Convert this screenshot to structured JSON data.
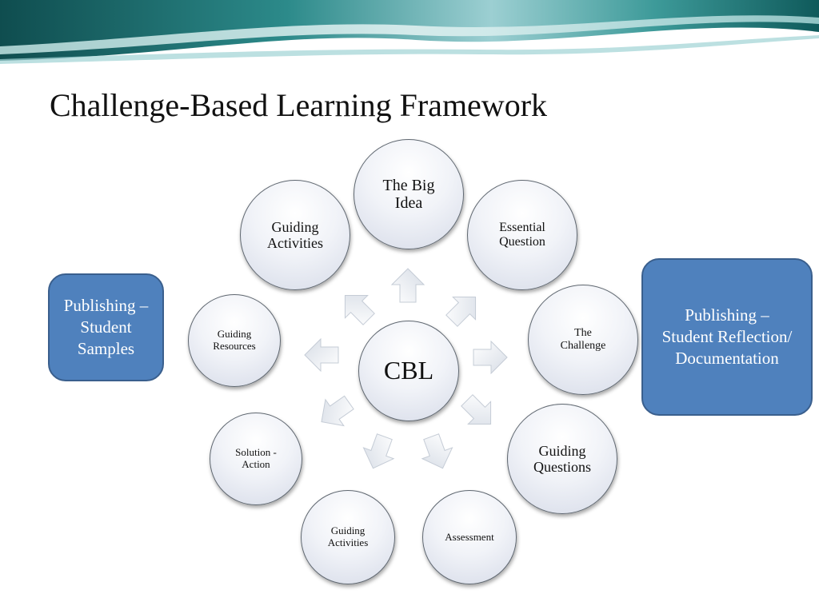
{
  "slide": {
    "title": "Challenge-Based Learning Framework"
  },
  "center": {
    "label": "CBL"
  },
  "nodes": [
    {
      "label": "The Big Idea"
    },
    {
      "label": "Essential Question"
    },
    {
      "label": "The Challenge"
    },
    {
      "label": "Guiding Questions"
    },
    {
      "label": "Assessment"
    },
    {
      "label": "Guiding Activities"
    },
    {
      "label": "Solution - Action"
    },
    {
      "label": "Guiding Resources"
    },
    {
      "label": "Guiding Activities"
    }
  ],
  "side_boxes": {
    "left": {
      "label": "Publishing – Student Samples"
    },
    "right": {
      "label": "Publishing – Student Reflection/ Documentation"
    }
  },
  "colors": {
    "box_fill": "#4f81bd",
    "box_border": "#3a5f8d",
    "banner_teal": "#2e8c8f"
  }
}
